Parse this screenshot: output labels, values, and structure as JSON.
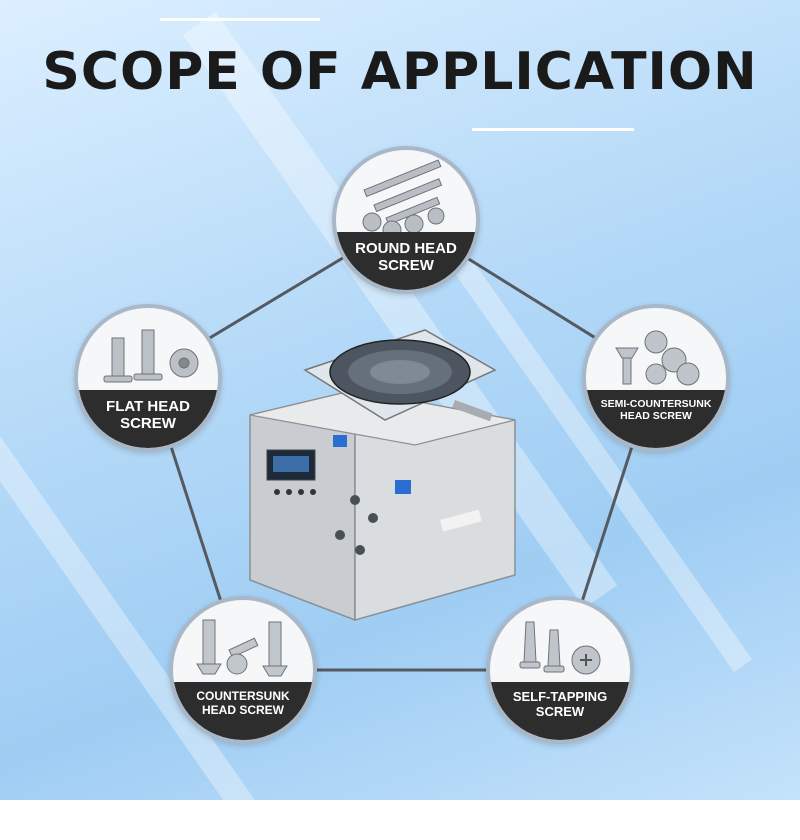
{
  "title": "SCOPE OF APPLICATION",
  "colors": {
    "title": "#1a1a1a",
    "band": "#2d2d2d",
    "link": "#555a60",
    "ring": "#a9b8c8"
  },
  "screw_types": [
    {
      "line1": "ROUND HEAD",
      "line2": "SCREW",
      "icon": "round-head-screws-icon"
    },
    {
      "line1": "FLAT HEAD",
      "line2": "SCREW",
      "icon": "flat-head-screws-icon"
    },
    {
      "line1": "SEMI-COUNTERSUNK",
      "line2": "HEAD SCREW",
      "icon": "semi-countersunk-screws-icon"
    },
    {
      "line1": "COUNTERSUNK",
      "line2": "HEAD SCREW",
      "icon": "countersunk-screws-icon"
    },
    {
      "line1": "SELF-TAPPING",
      "line2": "SCREW",
      "icon": "self-tapping-screws-icon"
    }
  ],
  "machine": {
    "icon": "screw-feeder-machine-icon"
  }
}
